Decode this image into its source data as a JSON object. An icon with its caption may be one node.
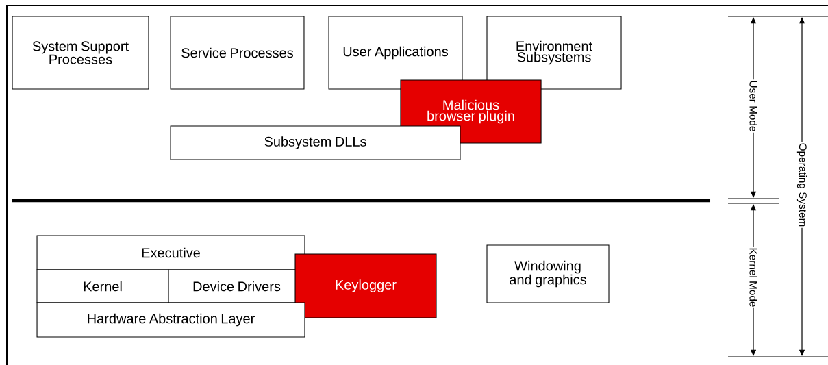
{
  "diagram": {
    "nodes": [
      {
        "text": [
          "System Support Processes"
        ]
      },
      {
        "text": [
          "Service Processes"
        ]
      },
      {
        "text": [
          "User Applications"
        ]
      },
      {
        "text": [
          "Environment Subsystems"
        ]
      },
      {
        "text": [
          "Malicious browser plugin"
        ]
      },
      {
        "text": [
          "Subsystem DLLs"
        ]
      },
      {
        "text": [
          "Executive"
        ]
      },
      {
        "text": [
          "Kernel"
        ]
      },
      {
        "text": [
          "Device Drivers"
        ]
      },
      {
        "text": [
          "Keylogger"
        ]
      },
      {
        "text": [
          "Hardware Abstraction Layer"
        ]
      },
      {
        "text": [
          "Windowing and graphics"
        ]
      }
    ],
    "labels": [
      "User Mode",
      "Operating System",
      "Kernel Mode"
    ]
  }
}
